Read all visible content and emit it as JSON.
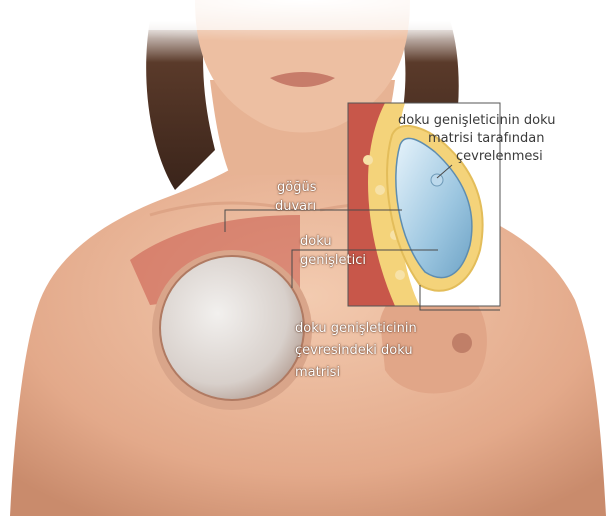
{
  "labels": {
    "matrix_surrounded": [
      "doku genişleticinin doku",
      "matrisi tarafından",
      "çevrelenmesi"
    ],
    "chest_wall": [
      "göğüs",
      "duvarı"
    ],
    "tissue_expander": [
      "doku",
      "genişletici"
    ],
    "surrounding_matrix": [
      "doku genişleticinin",
      "çevresindeki doku",
      "matrisi"
    ]
  },
  "colors": {
    "skin": "#e9b89a",
    "skin_shadow": "#c98b6c",
    "hair": "#4a2f22",
    "muscle": "#c8574a",
    "fat": "#f4d37a",
    "expander": "#9cc6e0",
    "leader_line": "#4a4a4a"
  }
}
